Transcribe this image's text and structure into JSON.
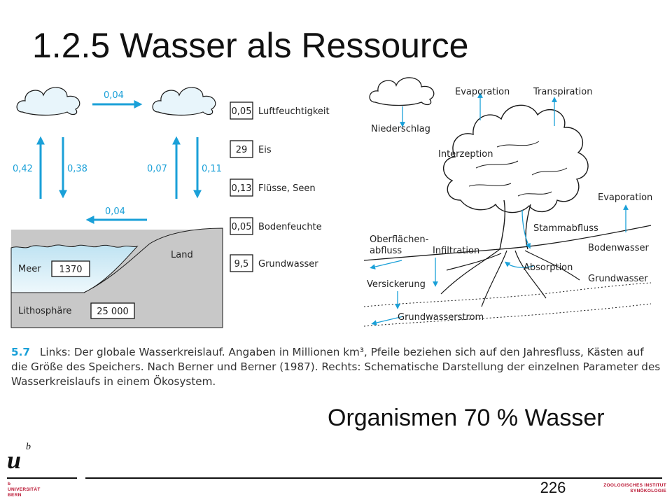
{
  "title": "1.2.5 Wasser als Ressource",
  "left_diagram": {
    "arrows": {
      "top": "0,04",
      "bottom": "0,04",
      "ocean_up": "0,42",
      "ocean_down": "0,38",
      "land_up": "0,07",
      "land_down": "0,11"
    },
    "land_label": "Land",
    "sea_label": "Meer",
    "sea_value": "1370",
    "litho_label": "Lithosphäre",
    "litho_value": "25 000",
    "storage": [
      {
        "value": "0,05",
        "label": "Luftfeuchtigkeit"
      },
      {
        "value": "29",
        "label": "Eis"
      },
      {
        "value": "0,13",
        "label": "Flüsse, Seen"
      },
      {
        "value": "0,05",
        "label": "Bodenfeuchte"
      },
      {
        "value": "9,5",
        "label": "Grundwasser"
      }
    ]
  },
  "right_diagram": {
    "labels": {
      "niederschlag": "Niederschlag",
      "evaporation_top": "Evaporation",
      "transpiration": "Transpiration",
      "interzeption": "Interzeption",
      "evaporation_right": "Evaporation",
      "stammabfluss": "Stammabfluss",
      "oberflaechen_1": "Oberflächen-",
      "oberflaechen_2": "abfluss",
      "infiltration": "Infiltration",
      "bodenwasser": "Bodenwasser",
      "absorption": "Absorption",
      "versickerung": "Versickerung",
      "grundwasser": "Grundwasser",
      "grundwasserstrom": "Grundwasserstrom"
    }
  },
  "caption": {
    "number": "5.7",
    "text": "Links: Der globale Wasserkreislauf. Angaben in Millionen km³, Pfeile beziehen sich auf den Jahresfluss, Kästen auf die Größe des Speichers. Nach Berner und Berner (1987). Rechts: Schematische Darstellung der einzelnen Parameter des Wasserkreislaufs in einem Ökosystem."
  },
  "note": "Organismen 70 % Wasser",
  "page_number": "226",
  "footer": {
    "logo_u": "u",
    "logo_b": "b",
    "university_small_b": "b",
    "university_line1": "UNIVERSITÄT",
    "university_line2": "BERN",
    "institute_line1": "ZOOLOGISCHES INSTITUT",
    "institute_line2": "SYNÖKOLOGIE"
  },
  "colors": {
    "accent": "#1aa0d8",
    "land": "#c8c8c8",
    "sea_top": "#bfe3f2",
    "sea_bottom": "#e8f5fb",
    "bern_red": "#b8102e"
  }
}
